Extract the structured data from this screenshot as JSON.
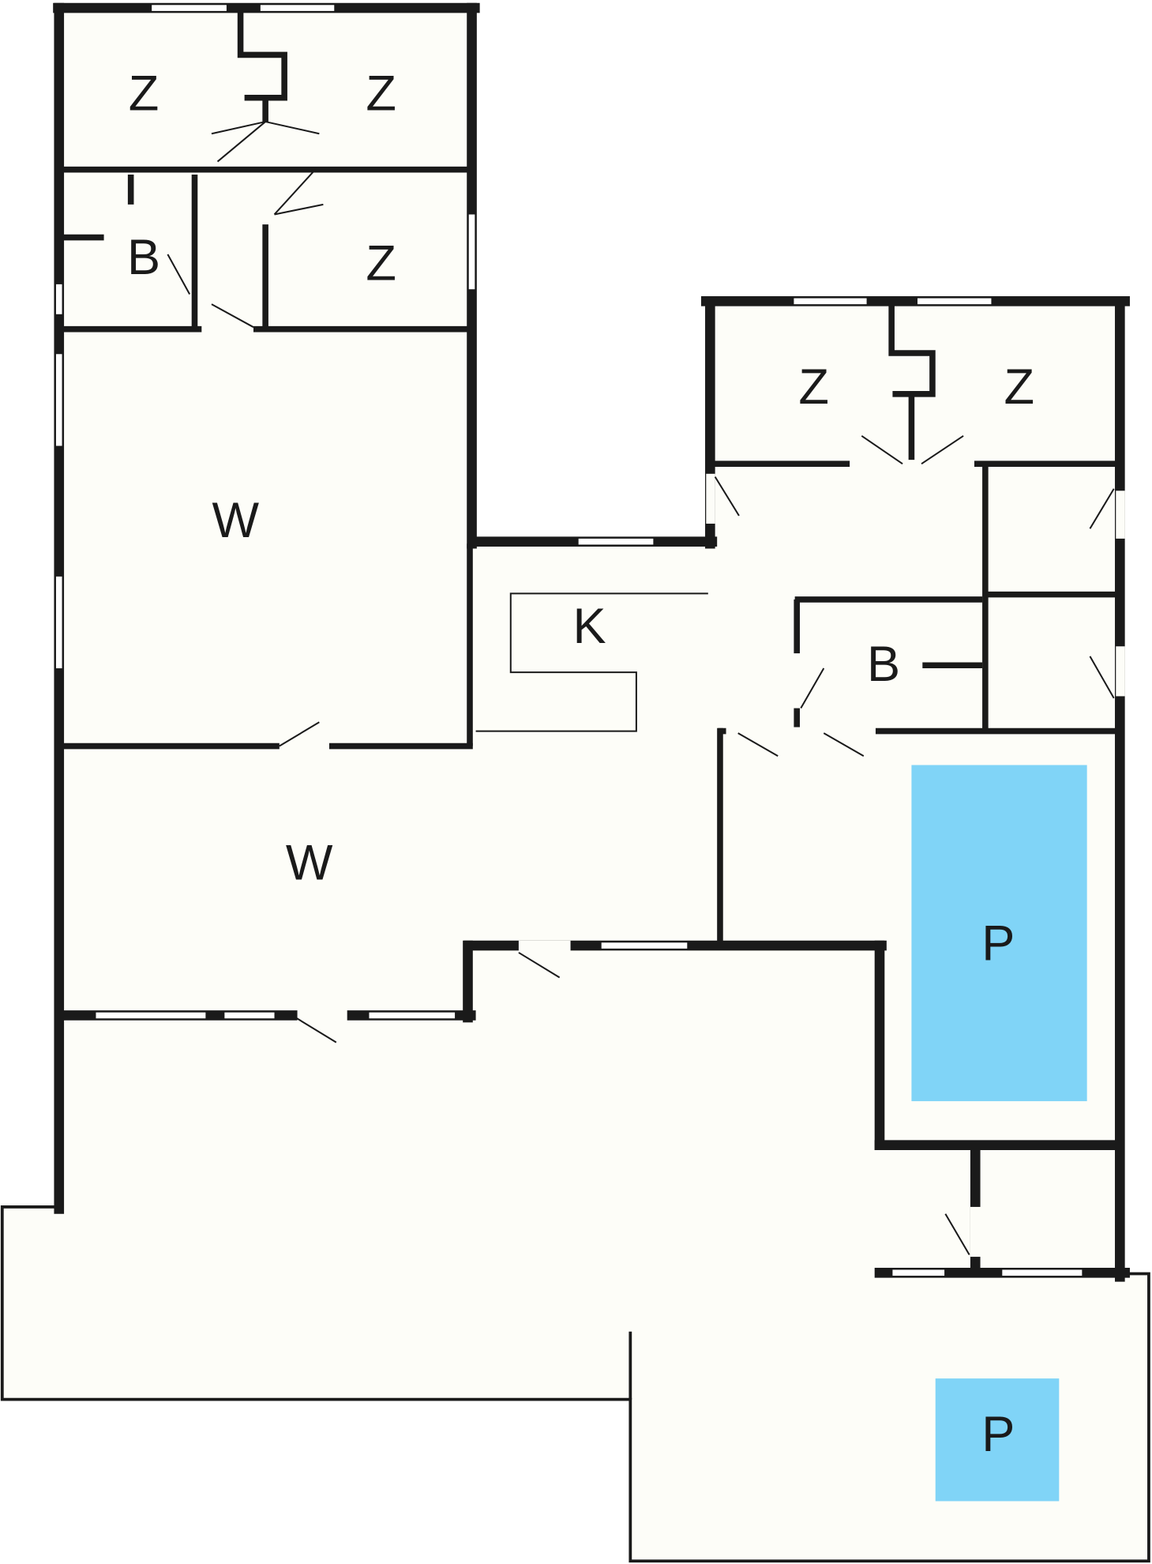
{
  "rooms": {
    "bedroom_top_left": "Z",
    "bedroom_top_right": "Z",
    "bathroom_left": "B",
    "bedroom_mid_left": "Z",
    "living_upper": "W",
    "bedroom_right_a": "Z",
    "bedroom_right_b": "Z",
    "kitchen": "K",
    "bathroom_right": "B",
    "living_lower": "W",
    "pool_main": "P",
    "pool_small": "P"
  },
  "colors": {
    "pool": "#80d4f7",
    "floor": "#fdfdf8",
    "wall": "#1a1a1a"
  }
}
